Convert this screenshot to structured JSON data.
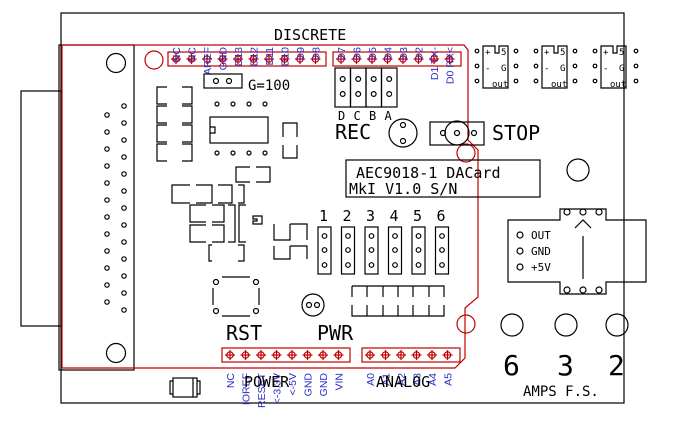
{
  "board": {
    "title_line1": "AEC9018-1 DACard",
    "title_line2": "MkI V1.0 S/N",
    "gain_label": "G=100",
    "rec_label": "REC",
    "stop_label": "STOP",
    "rst_label": "RST",
    "pwr_label": "PWR",
    "discrete_label": "DISCRETE",
    "power_label": "POWER",
    "analog_label": "ANALOG",
    "amps_label": "AMPS F.S.",
    "jumper_letters": [
      "D",
      "C",
      "B",
      "A"
    ],
    "channel_numbers": [
      "1",
      "2",
      "3",
      "4",
      "5",
      "6"
    ],
    "amps_values": [
      "6",
      "3",
      "2"
    ],
    "sensor_pins": [
      "OUT",
      "GND",
      "+5V"
    ],
    "module_labels": {
      "plus": "+",
      "five": "5",
      "minus": "-",
      "g": "G",
      "out": "out"
    },
    "module_count": 3
  },
  "headers": {
    "discrete_left": [
      "NC",
      "NC",
      "AREF",
      "GND",
      "D13",
      "D12",
      "D11",
      "D10",
      "D9",
      "D8"
    ],
    "discrete_right": [
      "D7",
      "D6",
      "D5",
      "D4",
      "D3",
      "D2",
      "D1 TX-",
      "D0 RX<"
    ],
    "power": [
      "NC",
      "IOREF",
      "RESET",
      "<-3.3V",
      "<-5V",
      "GND",
      "GND",
      "VIN"
    ],
    "analog": [
      "A0",
      "A1",
      "A2",
      "A3",
      "A4",
      "A5"
    ]
  },
  "colors": {
    "outline": "#000000",
    "shield": "#c00000",
    "pin_label": "#2b2bc8"
  }
}
